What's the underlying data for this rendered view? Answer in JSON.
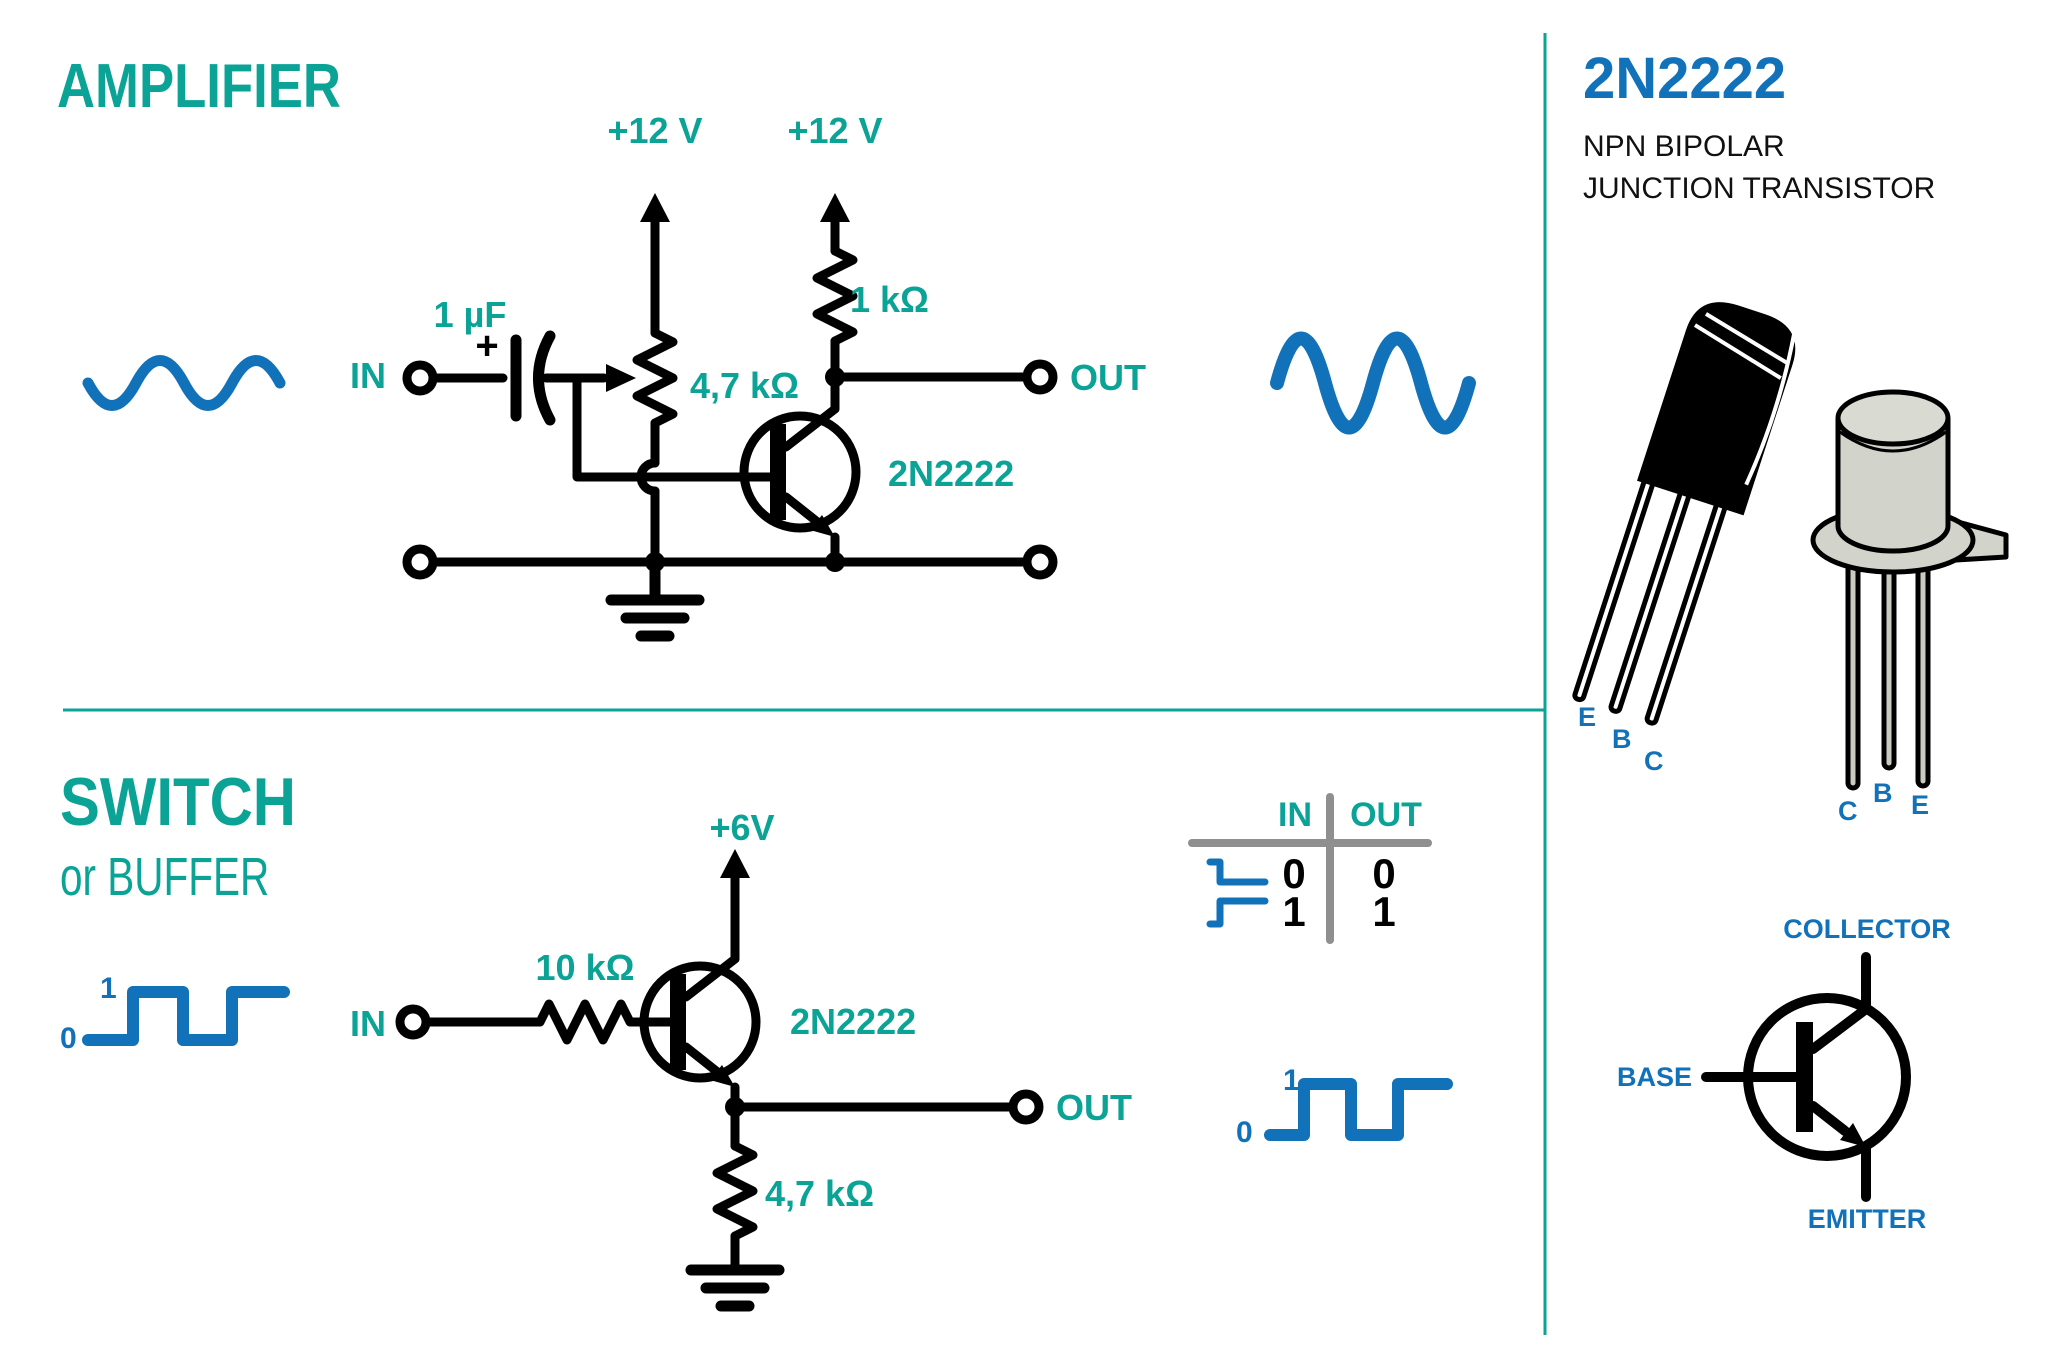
{
  "colors": {
    "accent_teal": "#0aa396",
    "accent_blue": "#1272b9",
    "line_black": "#000000",
    "table_gray": "#8f8f8f",
    "can_metal": "#d2d4cb"
  },
  "amplifier": {
    "title": "AMPLIFIER",
    "in_label": "IN",
    "out_label": "OUT",
    "cap_value": "1 µF",
    "cap_polarity": "+",
    "supply_left": "+12 V",
    "supply_right": "+12 V",
    "pot_value": "4,7 kΩ",
    "collector_resistor": "1 kΩ",
    "transistor": "2N2222"
  },
  "switch": {
    "title": "SWITCH",
    "subtitle": "or BUFFER",
    "in_label": "IN",
    "out_label": "OUT",
    "supply": "+6V",
    "base_resistor": "10 kΩ",
    "emitter_resistor": "4,7 kΩ",
    "transistor": "2N2222",
    "input_wave": {
      "high": "1",
      "low": "0"
    },
    "output_wave": {
      "high": "1",
      "low": "0"
    },
    "truth_table": {
      "in_header": "IN",
      "out_header": "OUT",
      "rows": [
        {
          "in": "0",
          "out": "0"
        },
        {
          "in": "1",
          "out": "1"
        }
      ]
    }
  },
  "part_panel": {
    "title": "2N2222",
    "subtitle_line1": "NPN BIPOLAR",
    "subtitle_line2": "JUNCTION TRANSISTOR",
    "to92_pins": {
      "e": "E",
      "b": "B",
      "c": "C"
    },
    "to18_pins": {
      "c": "C",
      "b": "B",
      "e": "E"
    },
    "symbol": {
      "collector": "COLLECTOR",
      "base": "BASE",
      "emitter": "EMITTER"
    }
  }
}
